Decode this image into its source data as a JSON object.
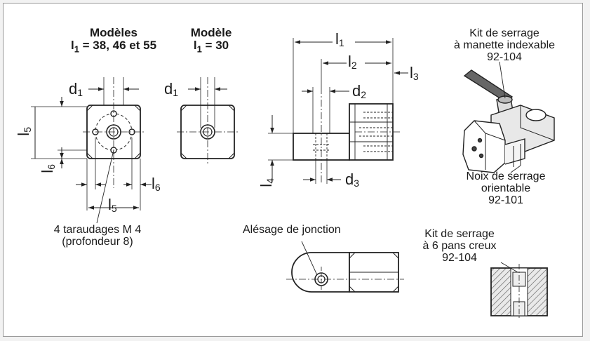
{
  "headers": {
    "models": {
      "line1": "Modèles",
      "line2_sym": "l",
      "line2_sub": "1",
      "line2_rest": " = 38, 46 et 55"
    },
    "model": {
      "line1": "Modèle",
      "line2_sym": "l",
      "line2_sub": "1",
      "line2_rest": " = 30"
    }
  },
  "dims": {
    "d1": {
      "sym": "d",
      "sub": "1"
    },
    "d2": {
      "sym": "d",
      "sub": "2"
    },
    "d3": {
      "sym": "d",
      "sub": "3"
    },
    "l1": {
      "sym": "l",
      "sub": "1"
    },
    "l2": {
      "sym": "l",
      "sub": "2"
    },
    "l3": {
      "sym": "l",
      "sub": "3"
    },
    "l4": {
      "sym": "l",
      "sub": "4"
    },
    "l5": {
      "sym": "l",
      "sub": "5"
    },
    "l6": {
      "sym": "l",
      "sub": "6"
    }
  },
  "callouts": {
    "kit_lever": [
      "Kit de serrage",
      "à manette indexable",
      "92-104"
    ],
    "nut": [
      "Noix de serrage",
      "orientable",
      "92-101"
    ],
    "tapping": [
      "4 taraudages M 4",
      "(profondeur 8)"
    ],
    "bore": "Alésage de jonction",
    "kit_hex": [
      "Kit de serrage",
      "à 6 pans creux",
      "92-104"
    ]
  }
}
